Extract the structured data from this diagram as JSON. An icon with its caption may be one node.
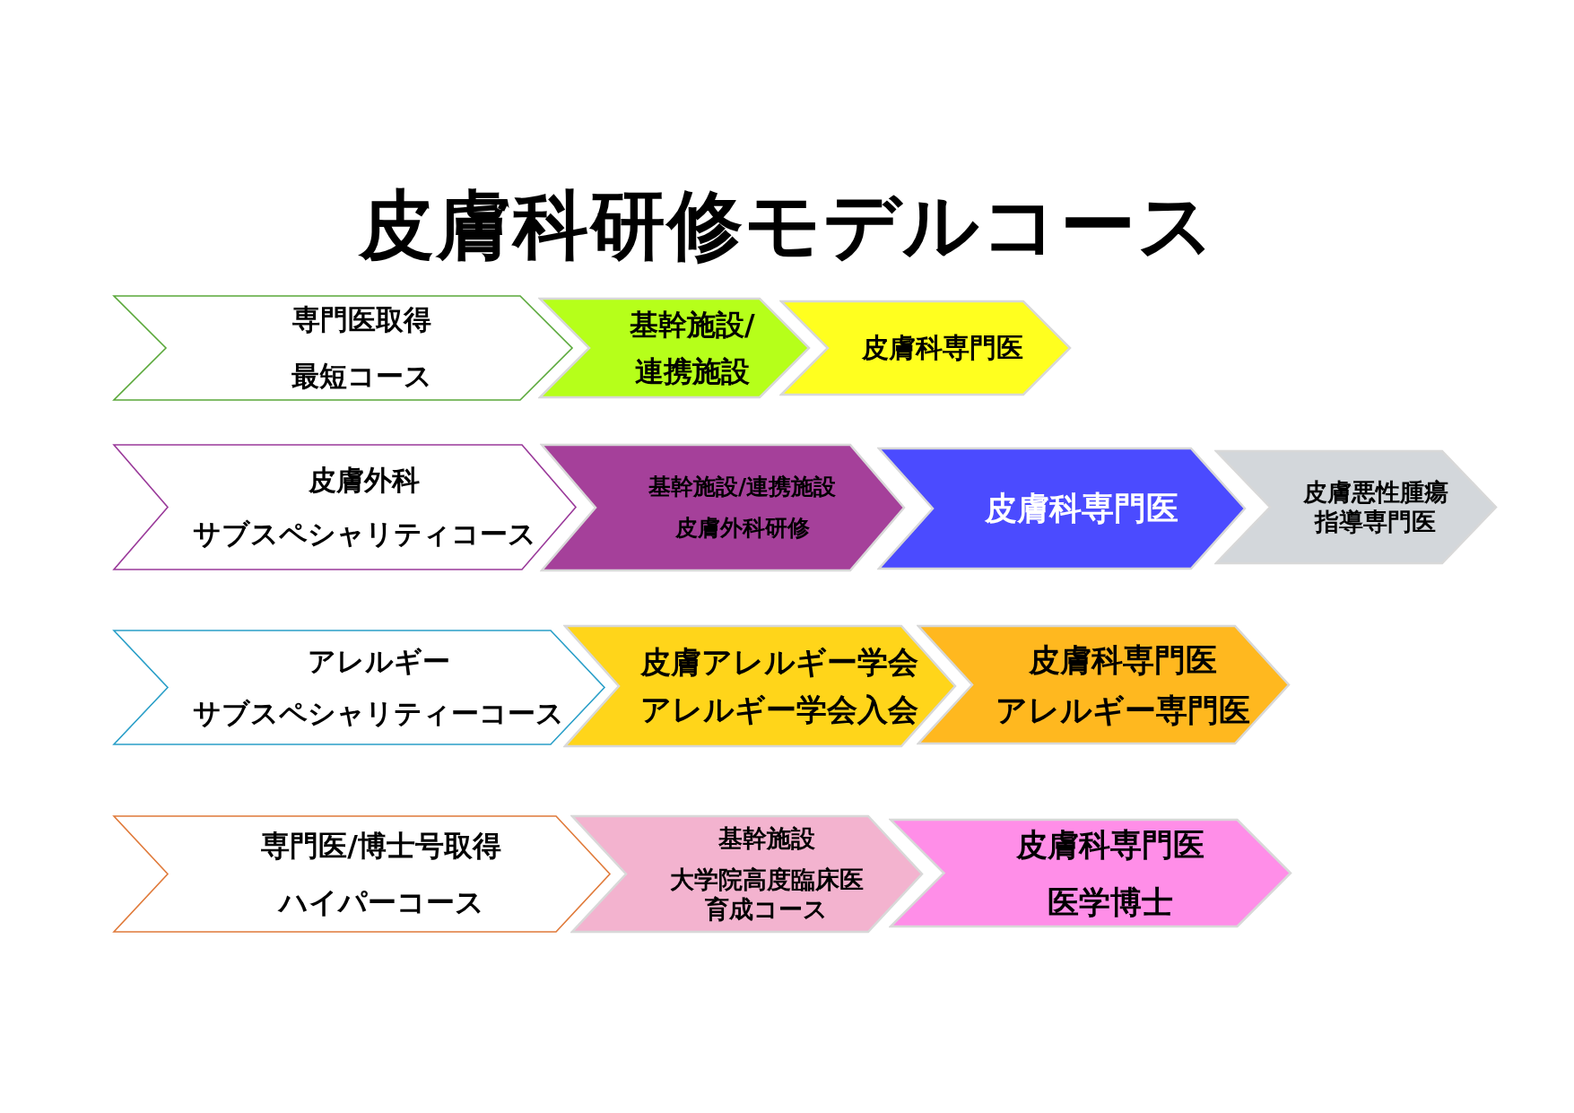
{
  "diagram": {
    "title": "皮膚科研修モデルコース",
    "nodes": [
      {
        "text": [
          "専門医取得",
          "最短コース"
        ]
      },
      {
        "text": [
          "基幹施設/",
          "連携施設"
        ]
      },
      {
        "text": [
          "皮膚科専門医"
        ]
      },
      {
        "text": [
          "皮膚外科",
          "サブスペシャリティコース"
        ]
      },
      {
        "text": [
          "基幹施設/連携施設",
          "皮膚外科研修"
        ]
      },
      {
        "text": [
          "皮膚科専門医"
        ]
      },
      {
        "text": [
          "皮膚悪性腫瘍指導専門医"
        ]
      },
      {
        "text": [
          "アレルギー",
          "サブスペシャリティーコース"
        ]
      },
      {
        "text": [
          "皮膚アレルギー学会",
          "アレルギー学会入会"
        ]
      },
      {
        "text": [
          "皮膚科専門医",
          "アレルギー専門医"
        ]
      },
      {
        "text": [
          "専門医/博士号取得",
          "ハイパーコース"
        ]
      },
      {
        "text": [
          "基幹施設",
          "大学院高度臨床医育成コース"
        ]
      },
      {
        "text": [
          "皮膚科専門医",
          "医学博士"
        ]
      }
    ]
  }
}
